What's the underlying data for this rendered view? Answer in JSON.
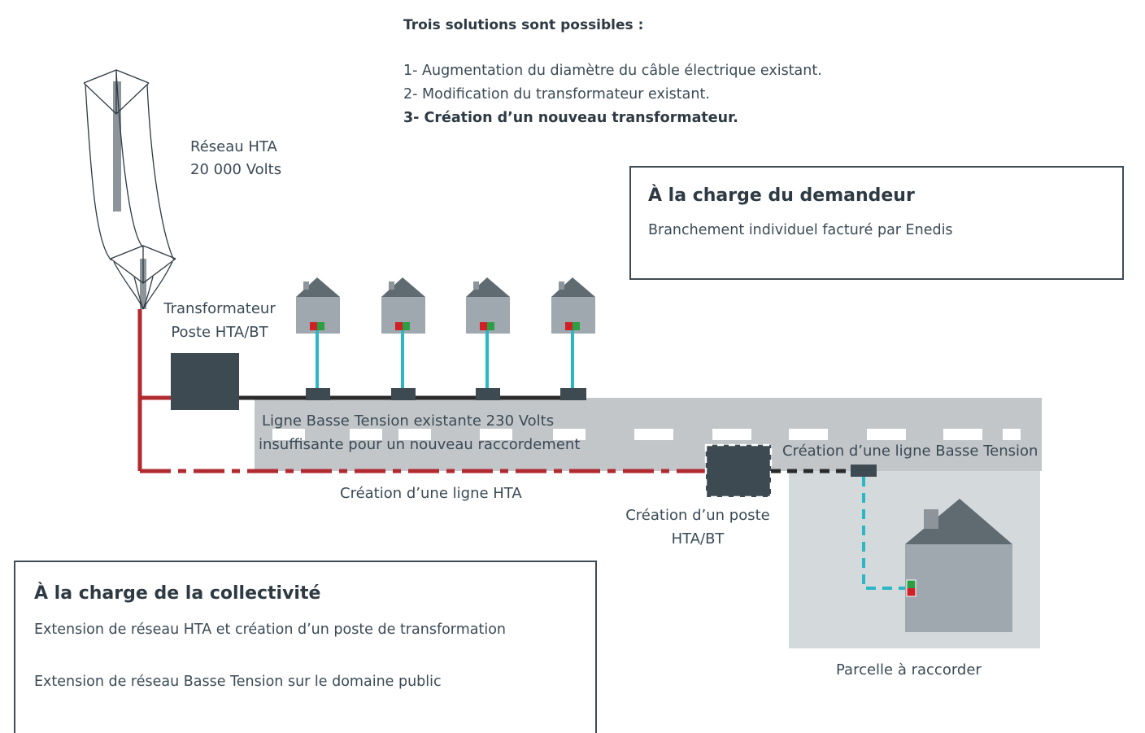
{
  "intro": {
    "title": "Trois solutions sont possibles :",
    "options": [
      "1- Augmentation du diamètre du câble électrique existant.",
      "2- Modification du transformateur existant.",
      "3- Création d’un nouveau transformateur."
    ]
  },
  "labels": {
    "reseau_line1": "Réseau HTA",
    "reseau_line2": "20 000 Volts",
    "transfo_line1": "Transformateur",
    "transfo_line2": "Poste HTA/BT",
    "ligne_bt_line1": "Ligne Basse Tension existante 230 Volts",
    "ligne_bt_line2": "insuffisante pour un nouveau raccordement",
    "creation_hta": "Création d’une ligne HTA",
    "creation_poste_line1": "Création d’un poste",
    "creation_poste_line2": "HTA/BT",
    "creation_bt": "Création d’une ligne Basse Tension",
    "parcelle": "Parcelle à raccorder"
  },
  "legend_demandeur": {
    "title": "À la charge du demandeur",
    "item": "Branchement individuel facturé par Enedis"
  },
  "legend_collectivite": {
    "title": "À la charge de la collectivité",
    "item_hta": "Extension de réseau HTA et création d’un poste de transformation",
    "item_bt": "Extension de réseau Basse Tension sur le domaine public"
  },
  "colors": {
    "hta_red": "#b02a30",
    "bt_black": "#2a2a2a",
    "branch_cyan": "#2bb7c4",
    "transformer": "#3d4a52",
    "road": "#c2c6c9",
    "parcel": "#d4d9dc",
    "house": "#9ea8ae",
    "roof": "#5f6a71"
  }
}
